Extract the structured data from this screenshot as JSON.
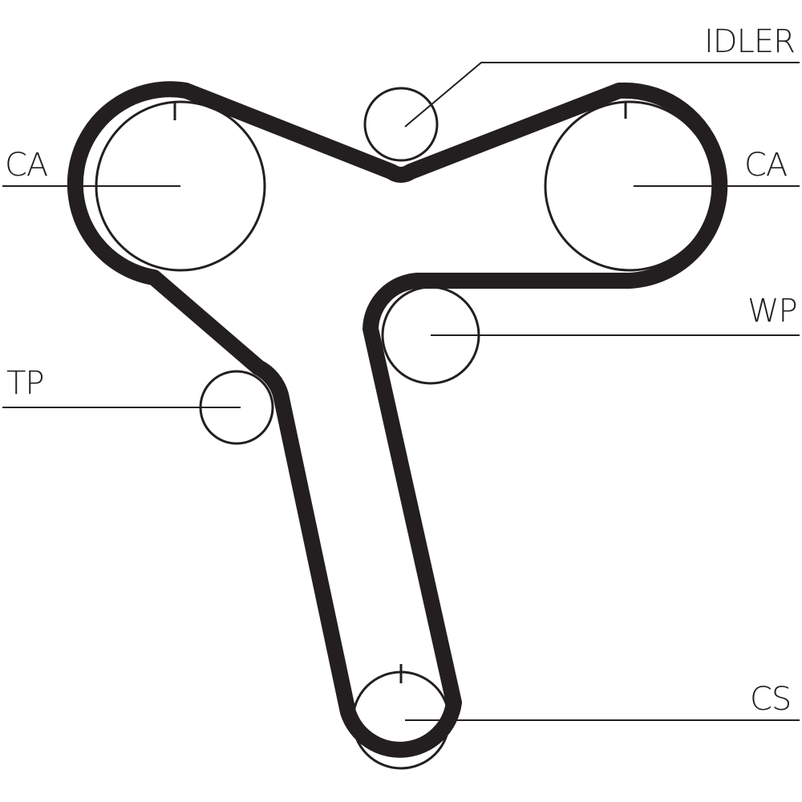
{
  "title": "Timing belt routing diagram",
  "labels": {
    "idler": "IDLER",
    "ca_left": "CA",
    "ca_right": "CA",
    "wp": "WP",
    "tp": "TP",
    "cs": "CS"
  },
  "colors": {
    "ink": "#231f20",
    "background": "#ffffff"
  }
}
